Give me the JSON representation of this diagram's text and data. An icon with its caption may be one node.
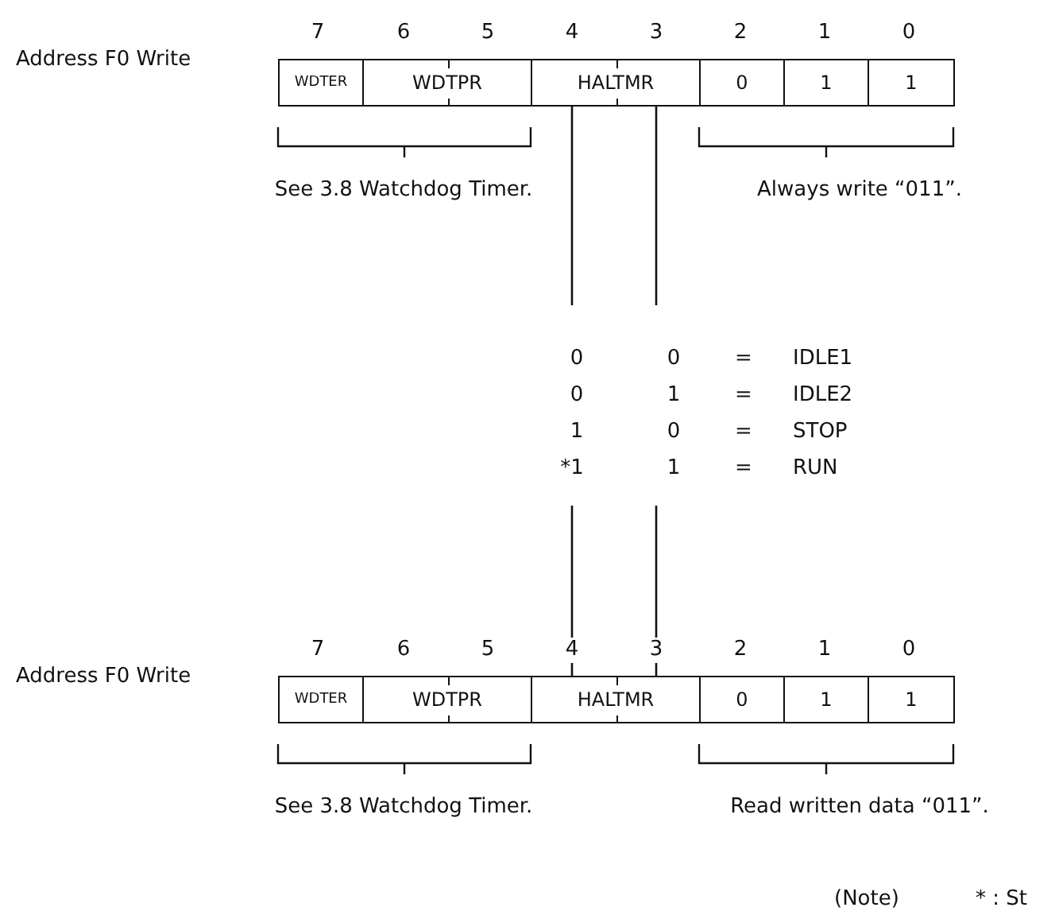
{
  "diagram": {
    "nodes": [
      {
        "text": [
          "WDTER"
        ]
      },
      {
        "text": [
          "WDTPR"
        ]
      },
      {
        "text": [
          "HALTMR"
        ]
      },
      {
        "text": [
          "0"
        ]
      },
      {
        "text": [
          "1"
        ]
      },
      {
        "text": [
          "1"
        ]
      },
      {
        "text": [
          "WDTER"
        ]
      },
      {
        "text": [
          "WDTPR"
        ]
      },
      {
        "text": [
          "HALTMR"
        ]
      },
      {
        "text": [
          "0"
        ]
      },
      {
        "text": [
          "1"
        ]
      },
      {
        "text": [
          "1"
        ]
      }
    ],
    "edges": [
      {
        "from": 2,
        "to": null,
        "arrow": "none"
      },
      {
        "from": 2,
        "to": null,
        "arrow": "none"
      },
      {
        "from": null,
        "to": 8,
        "arrow": "none"
      },
      {
        "from": null,
        "to": 8,
        "arrow": "none"
      }
    ],
    "labels": [
      "7",
      "6",
      "5",
      "4",
      "3",
      "2",
      "1",
      "0",
      "Address F0 Write",
      "See 3.8 Watchdog Timer.",
      "Always write “011”.",
      "0",
      "0",
      "=",
      "IDLE1",
      "0",
      "1",
      "=",
      "IDLE2",
      "1",
      "0",
      "=",
      "STOP",
      "*1",
      "1",
      "=",
      "RUN",
      "7",
      "6",
      "5",
      "4",
      "3",
      "2",
      "1",
      "0",
      "Address F0 Write",
      "See 3.8 Watchdog Timer.",
      "Read written data “011”.",
      "(Note)",
      "* : St"
    ]
  }
}
